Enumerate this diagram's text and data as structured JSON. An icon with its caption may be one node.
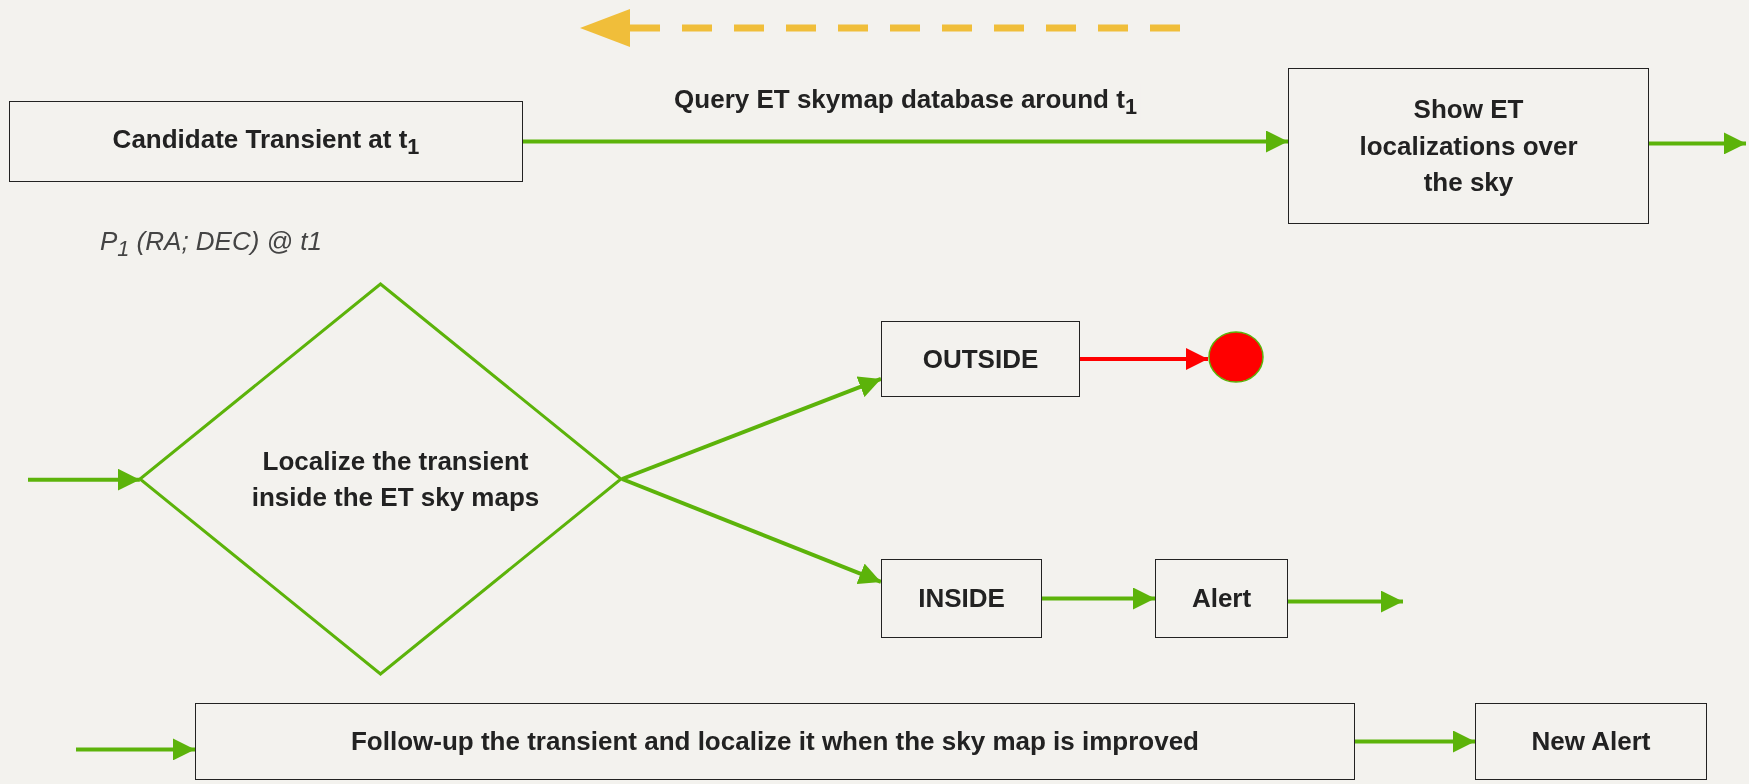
{
  "diagram": {
    "nodes": [
      {
        "text": [
          "Candidate Transient at t$_{1}$"
        ]
      },
      {
        "text": [
          "Show ET localizations over the sky"
        ]
      },
      {
        "text": [
          "Localize the transient inside the ET sky maps"
        ]
      },
      {
        "text": [
          "OUTSIDE"
        ]
      },
      {
        "text": [
          "INSIDE"
        ]
      },
      {
        "text": [],
        "shape": "circle"
      },
      {
        "text": [
          "Alert"
        ]
      },
      {
        "text": [
          "Follow-up the transient and localize it when the sky map is improved"
        ]
      },
      {
        "text": [
          "New Alert"
        ]
      }
    ],
    "edges": [
      {
        "from": 0,
        "to": 1,
        "arrow": "to",
        "label": "Query ET skymap database around t$_{1}$"
      },
      {
        "from": 1,
        "to": null,
        "arrow": "to"
      },
      {
        "from": null,
        "to": 2,
        "arrow": "to"
      },
      {
        "from": 2,
        "to": 3,
        "arrow": "to"
      },
      {
        "from": 2,
        "to": 4,
        "arrow": "to"
      },
      {
        "from": 3,
        "to": 5,
        "arrow": "to",
        "color": "#ff0000"
      },
      {
        "from": 4,
        "to": 6,
        "arrow": "to"
      },
      {
        "from": 6,
        "to": null,
        "arrow": "to"
      },
      {
        "from": null,
        "to": 7,
        "arrow": "to"
      },
      {
        "from": 7,
        "to": 8,
        "arrow": "to"
      }
    ],
    "labels": [
      "P$_{1}$ (RA; DEC) @ t1"
    ]
  }
}
